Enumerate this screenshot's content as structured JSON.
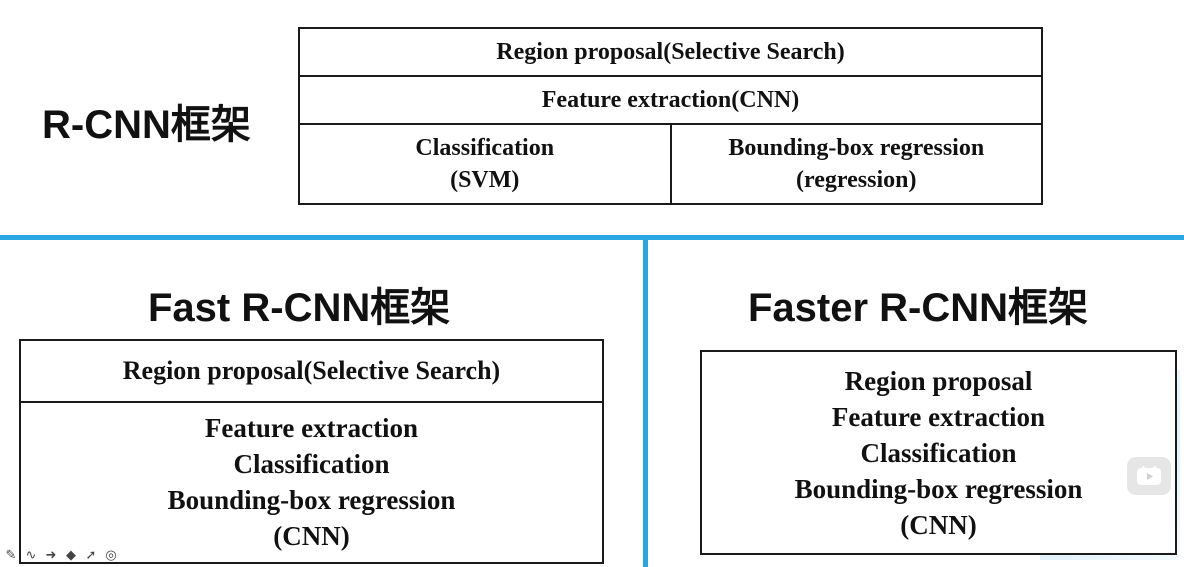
{
  "rcnn": {
    "heading": "R-CNN框架",
    "region_proposal": "Region proposal(Selective Search)",
    "feature_extraction": "Feature extraction(CNN)",
    "classification_line1": "Classification",
    "classification_line2": "(SVM)",
    "bbox_line1": "Bounding-box regression",
    "bbox_line2": "(regression)"
  },
  "fast_rcnn": {
    "heading": "Fast R-CNN框架",
    "region_proposal": "Region proposal(Selective Search)",
    "lines": [
      "Feature extraction",
      "Classification",
      "Bounding-box regression",
      "(CNN)"
    ]
  },
  "faster_rcnn": {
    "heading": "Faster R-CNN框架",
    "lines": [
      "Region proposal",
      "Feature extraction",
      "Classification",
      "Bounding-box regression",
      "(CNN)"
    ]
  },
  "colors": {
    "divider": "#2aa6e0",
    "border": "#1a1a1a",
    "text": "#111111"
  },
  "icons": [
    "pen-icon",
    "wave-icon",
    "arrow-icon",
    "eraser-icon",
    "pointer-icon",
    "target-icon",
    "play-icon"
  ]
}
